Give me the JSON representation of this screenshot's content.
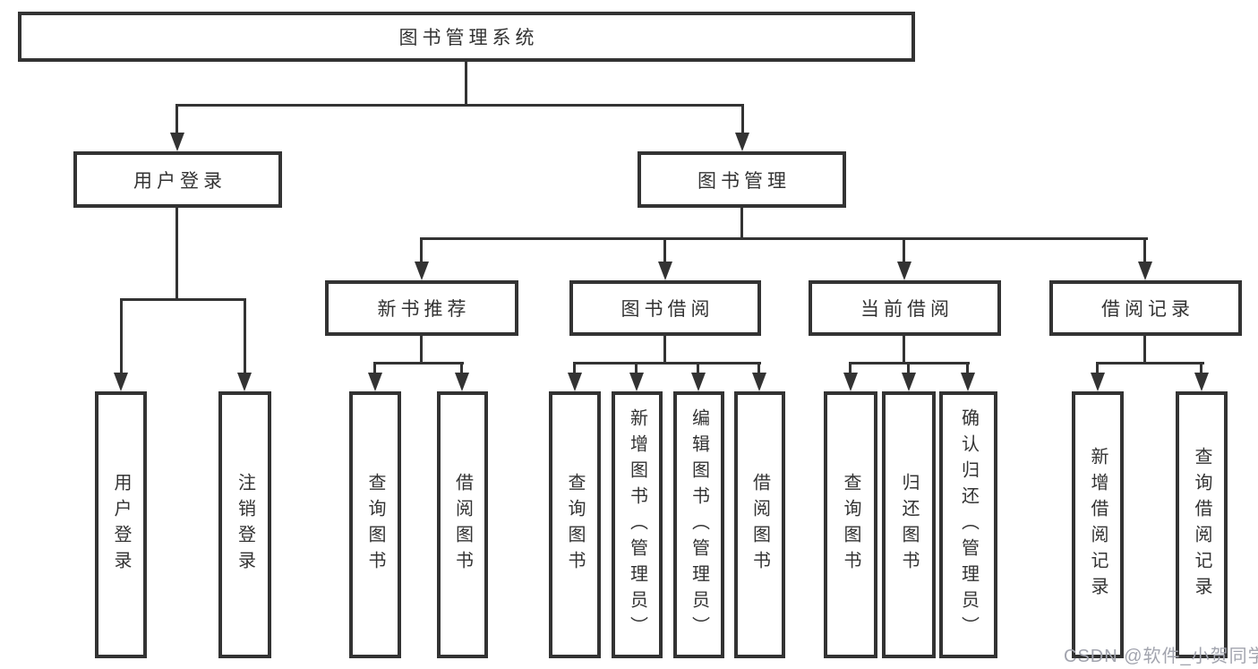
{
  "colors": {
    "line": "#333333",
    "text": "#333333",
    "watermark": "#a2a4ae",
    "background": "#ffffff"
  },
  "watermark": "CSDN @软件_小贺同学",
  "tree": {
    "root": "图书管理系统",
    "login": {
      "label": "用户登录",
      "children": [
        "用户登录",
        "注销登录"
      ]
    },
    "management": {
      "label": "图书管理",
      "sections": [
        {
          "label": "新书推荐",
          "children": [
            "查询图书",
            "借阅图书"
          ]
        },
        {
          "label": "图书借阅",
          "children": [
            "查询图书",
            "新增图书（管理员）",
            "编辑图书（管理员）",
            "借阅图书"
          ]
        },
        {
          "label": "当前借阅",
          "children": [
            "查询图书",
            "归还图书",
            "确认归还（管理员）"
          ]
        },
        {
          "label": "借阅记录",
          "children": [
            "新增借阅记录",
            "查询借阅记录"
          ]
        }
      ]
    }
  }
}
